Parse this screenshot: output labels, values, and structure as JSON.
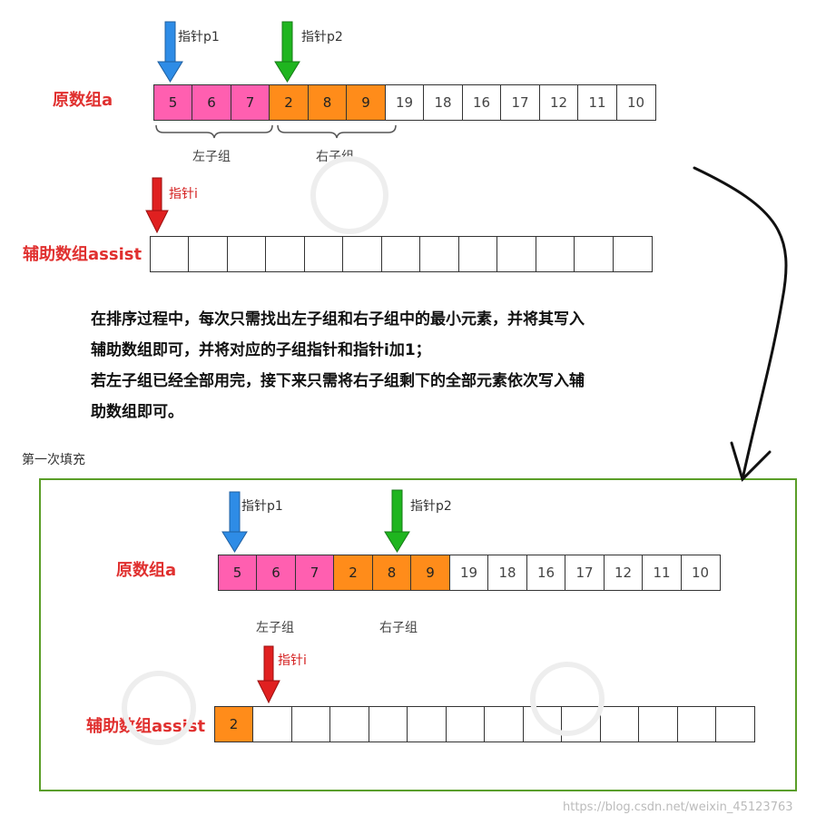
{
  "top": {
    "array_label": "原数组a",
    "assist_label": "辅助数组assist",
    "pointer_p1": "指针p1",
    "pointer_p2": "指针p2",
    "pointer_i": "指针i",
    "left_group": "左子组",
    "right_group": "右子组",
    "array": [
      "5",
      "6",
      "7",
      "2",
      "8",
      "9",
      "19",
      "18",
      "16",
      "17",
      "12",
      "11",
      "10"
    ],
    "assist": [
      "",
      "",
      "",
      "",
      "",
      "",
      "",
      "",
      "",
      "",
      "",
      "",
      "",
      ""
    ]
  },
  "description": {
    "line1": "在排序过程中，每次只需找出左子组和右子组中的最小元素，并将其写入",
    "line2": "辅助数组即可，并将对应的子组指针和指针i加1；",
    "line3": "若左子组已经全部用完，接下来只需将右子组剩下的全部元素依次写入辅",
    "line4": "助数组即可。"
  },
  "round_title": "第一次填充",
  "bottom": {
    "array_label": "原数组a",
    "assist_label": "辅助数组assist",
    "pointer_p1": "指针p1",
    "pointer_p2": "指针p2",
    "pointer_i": "指针i",
    "left_group": "左子组",
    "right_group": "右子组",
    "array": [
      "5",
      "6",
      "7",
      "2",
      "8",
      "9",
      "19",
      "18",
      "16",
      "17",
      "12",
      "11",
      "10"
    ],
    "assist": [
      "2",
      "",
      "",
      "",
      "",
      "",
      "",
      "",
      "",
      "",
      "",
      "",
      "",
      ""
    ]
  },
  "watermark": "https://blog.csdn.net/weixin_45123763",
  "colors": {
    "left_group": "#ff5fb0",
    "right_group": "#ff8c1a",
    "arrow_p1": "#2e8ce6",
    "arrow_p2": "#1fb51f",
    "arrow_i": "#e02020",
    "panel_border": "#5a9e28",
    "label_red": "#e0302f"
  }
}
